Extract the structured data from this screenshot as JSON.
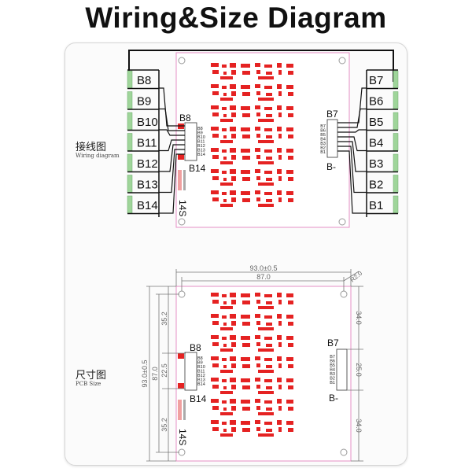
{
  "title": "Wiring&Size  Diagram",
  "wiring": {
    "label_cn": "接线图",
    "label_en": "Wiring diagram",
    "left_cells": [
      "B8",
      "B9",
      "B10",
      "B11",
      "B12",
      "B13",
      "B14"
    ],
    "right_cells": [
      "B7",
      "B6",
      "B5",
      "B4",
      "B3",
      "B2",
      "B1"
    ],
    "left_connector_top": "B8",
    "left_connector_bottom": "B14",
    "left_pins": [
      "B8",
      "B9",
      "B10",
      "B11",
      "B12",
      "B13",
      "B14"
    ],
    "right_connector_top": "B7",
    "right_connector_bottom": "B-",
    "right_pins": [
      "B7",
      "B6",
      "B5",
      "B4",
      "B3",
      "B2",
      "B1"
    ],
    "series_mark": "14S"
  },
  "size": {
    "label_cn": "尺寸图",
    "label_en": "PCB Size",
    "overall_width": "93.0±0.5",
    "inner_width": "87.0",
    "corner": "R2.0",
    "overall_height": "93.0±0.5",
    "left_segments": [
      "35.2",
      "22.5",
      "35.2"
    ],
    "left_inner": "87.0",
    "right_segments": [
      "34.0",
      "25.0",
      "34.0"
    ],
    "left_connector_top": "B8",
    "left_connector_bottom": "B14",
    "right_connector_top": "B7",
    "right_connector_bottom": "B-",
    "series_mark": "14S"
  },
  "colors": {
    "board_outline": "#e58fc4",
    "component": "#e52222",
    "cell_battery": "#9fd59a",
    "dimension": "#777777",
    "wire": "#111111"
  }
}
